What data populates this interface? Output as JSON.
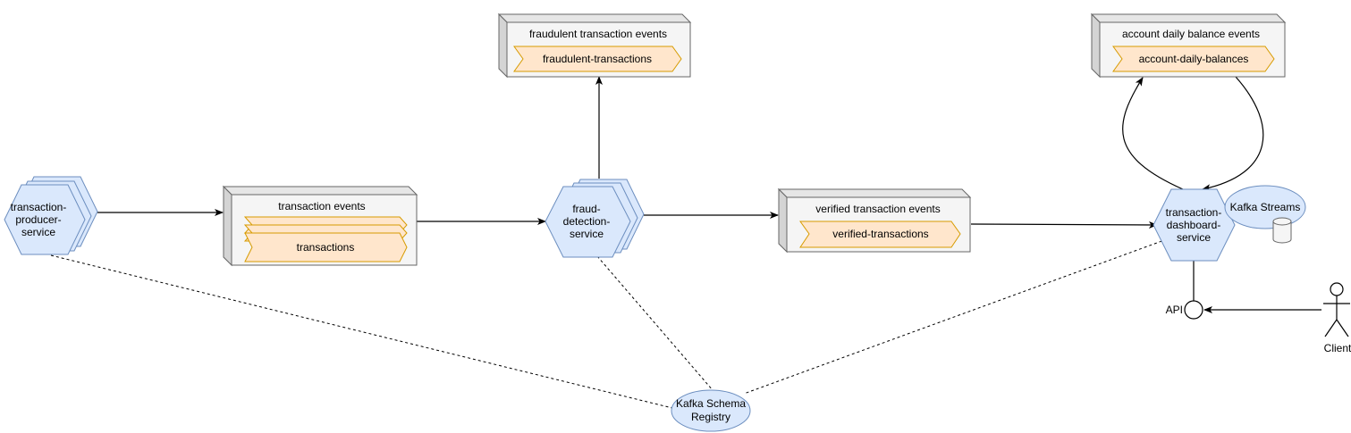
{
  "services": {
    "producer": [
      "transaction-",
      "producer-",
      "service"
    ],
    "fraud": [
      "fraud-",
      "detection-",
      "service"
    ],
    "dashboard": [
      "transaction-",
      "dashboard-",
      "service"
    ]
  },
  "topics": {
    "transaction_events": {
      "title": "transaction events",
      "topic": "transactions"
    },
    "fraudulent_events": {
      "title": "fraudulent transaction events",
      "topic": "fraudulent-transactions"
    },
    "verified_events": {
      "title": "verified transaction events",
      "topic": "verified-transactions"
    },
    "balance_events": {
      "title": "account daily balance events",
      "topic": "account-daily-balances"
    }
  },
  "kafka_streams": "Kafka Streams",
  "schema_registry": [
    "Kafka Schema",
    "Registry"
  ],
  "api_label": "API",
  "client_label": "Client",
  "colors": {
    "service_fill": "#dae8fc",
    "service_stroke": "#6c8ebf",
    "topic_fill": "#ffe6cc",
    "topic_stroke": "#d79b00",
    "box_front": "#f5f5f5",
    "box_side": "#dcdcdc",
    "box_stroke": "#666666"
  }
}
